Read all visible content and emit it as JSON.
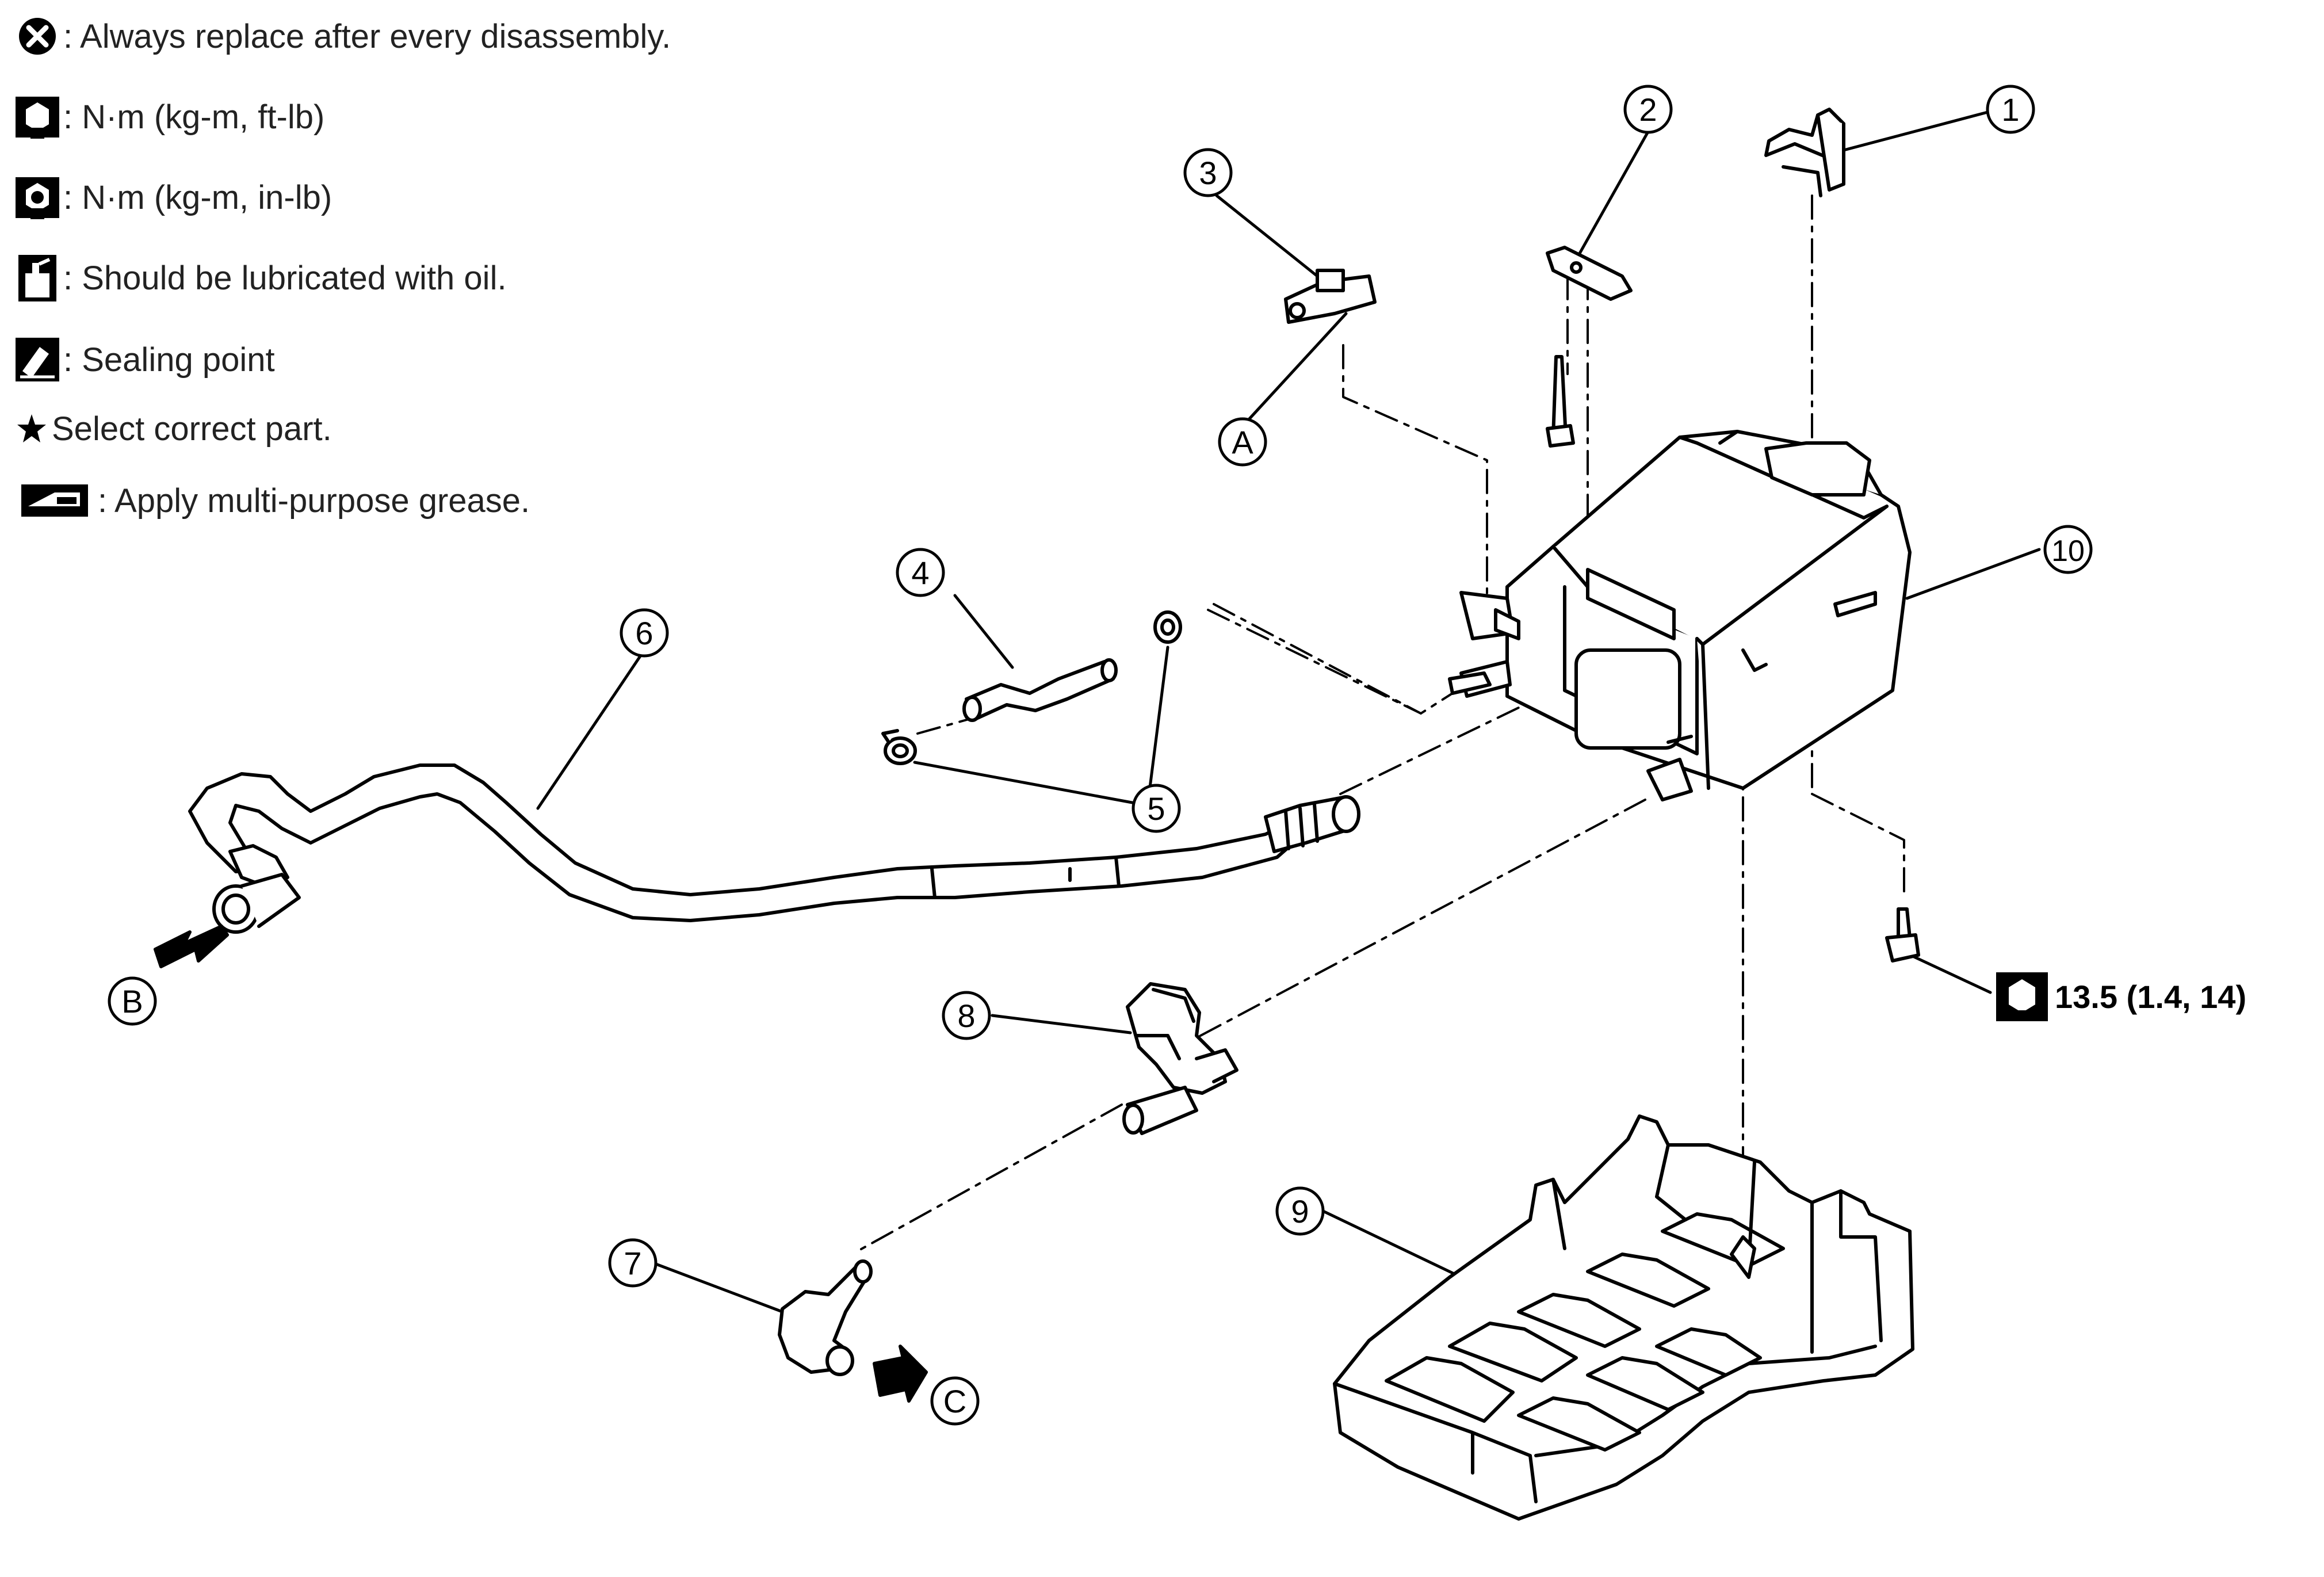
{
  "legend": [
    {
      "icon": "replace-x-icon",
      "text": ": Always replace after every disassembly."
    },
    {
      "icon": "torque-ftlb-icon",
      "text": ": N·m (kg-m, ft-lb)"
    },
    {
      "icon": "torque-inlb-icon",
      "text": ": N·m (kg-m, in-lb)"
    },
    {
      "icon": "oil-can-icon",
      "text": ": Should be lubricated with oil."
    },
    {
      "icon": "sealing-point-icon",
      "text": ": Sealing point"
    },
    {
      "icon": "star-icon",
      "text": "Select correct part."
    },
    {
      "icon": "grease-icon",
      "text": ": Apply multi-purpose grease."
    }
  ],
  "callouts": {
    "c1": "1",
    "c2": "2",
    "c3": "3",
    "c4": "4",
    "c5": "5",
    "c6": "6",
    "c7": "7",
    "c8": "8",
    "c9": "9",
    "c10": "10",
    "cA": "A",
    "cB": "B",
    "cC": "C"
  },
  "torque": {
    "icon": "torque-ftlb-icon",
    "value": "13.5 (1.4, 14)"
  },
  "colors": {
    "line": "#000000",
    "background": "#ffffff"
  }
}
